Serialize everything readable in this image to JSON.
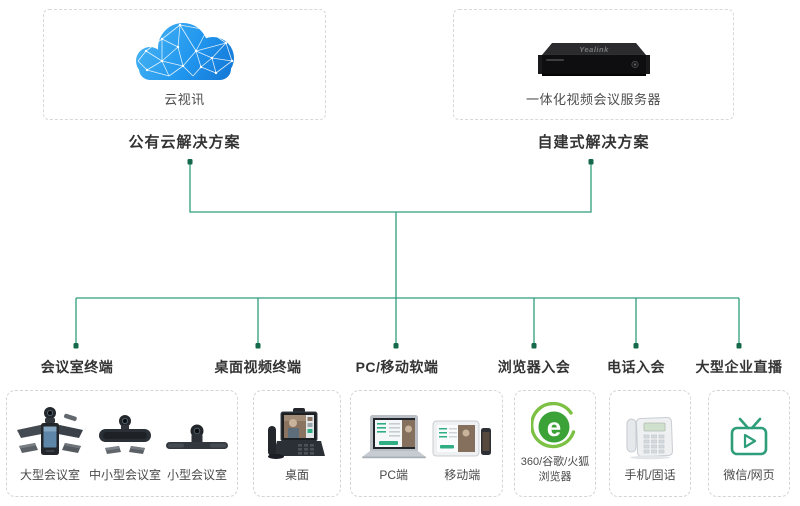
{
  "solutions": {
    "public_cloud": {
      "device_label": "云视讯",
      "solution_label": "公有云解决方案"
    },
    "self_built": {
      "device_label": "一体化视频会议服务器",
      "solution_label": "自建式解决方案",
      "server_brand": "Yealink"
    }
  },
  "categories": [
    {
      "label": "会议室终端",
      "items": [
        {
          "label": "大型会议室"
        },
        {
          "label": "中小型会议室"
        },
        {
          "label": "小型会议室"
        }
      ]
    },
    {
      "label": "桌面视频终端",
      "items": [
        {
          "label": "桌面"
        }
      ]
    },
    {
      "label": "PC/移动软端",
      "items": [
        {
          "label": "PC端"
        },
        {
          "label": "移动端"
        }
      ]
    },
    {
      "label": "浏览器入会",
      "items": [
        {
          "label": "360/谷歌/火狐\n浏览器"
        }
      ]
    },
    {
      "label": "电话入会",
      "items": [
        {
          "label": "手机/固话"
        }
      ]
    },
    {
      "label": "大型企业直播",
      "items": [
        {
          "label": "微信/网页"
        }
      ]
    }
  ],
  "colors": {
    "line": "#2F9E7B",
    "dot": "#15684A",
    "icon_green": "#2E9E7A",
    "cloud_blue": "#2196F3",
    "ui_green": "#2FAE83"
  }
}
